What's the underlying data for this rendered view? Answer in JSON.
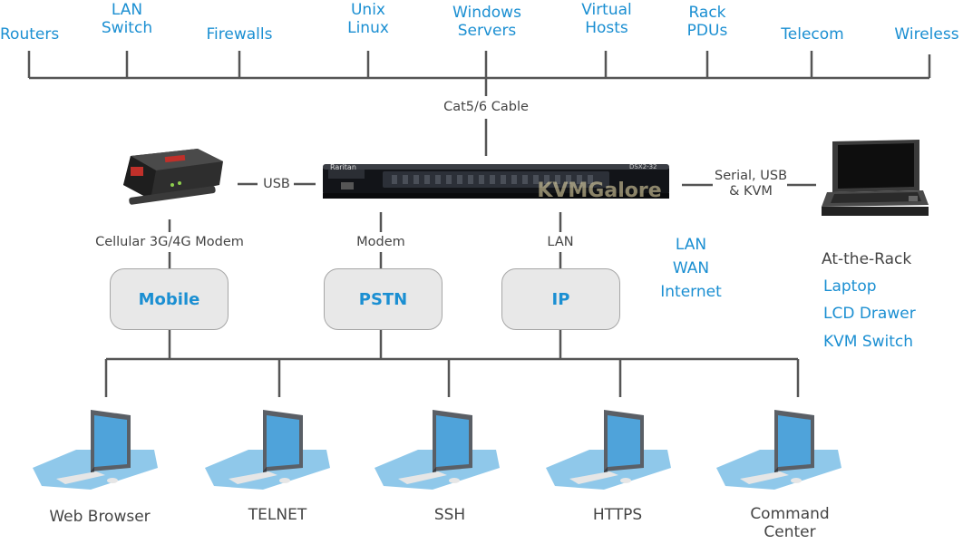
{
  "targets": [
    {
      "id": "routers",
      "label": "Routers"
    },
    {
      "id": "lan-switch",
      "label": "LAN\nSwitch"
    },
    {
      "id": "firewalls",
      "label": "Firewalls"
    },
    {
      "id": "unix-linux",
      "label": "Unix\nLinux"
    },
    {
      "id": "windows-servers",
      "label": "Windows\nServers"
    },
    {
      "id": "virtual-hosts",
      "label": "Virtual\nHosts"
    },
    {
      "id": "rack-pdus",
      "label": "Rack\nPDUs"
    },
    {
      "id": "telecom",
      "label": "Telecom"
    },
    {
      "id": "wireless",
      "label": "Wireless"
    }
  ],
  "cable_label": "Cat5/6 Cable",
  "device_brand": "Raritan",
  "device_model": "DSX2-32",
  "watermark": "KVMGalore",
  "usb_label": "USB",
  "serial_label": "Serial, USB\n& KVM",
  "modem_caption": "Cellular 3G/4G Modem",
  "link_labels": {
    "modem": "Modem",
    "lan": "LAN"
  },
  "network_types": "LAN\nWAN\nInternet",
  "nodes": [
    {
      "id": "mobile",
      "label": "Mobile"
    },
    {
      "id": "pstn",
      "label": "PSTN"
    },
    {
      "id": "ip",
      "label": "IP"
    }
  ],
  "rack": {
    "heading": "At-the-Rack",
    "items": [
      "Laptop",
      "LCD Drawer",
      "KVM Switch"
    ]
  },
  "clients": [
    {
      "id": "web-browser",
      "label": "Web Browser"
    },
    {
      "id": "telnet",
      "label": "TELNET"
    },
    {
      "id": "ssh",
      "label": "SSH"
    },
    {
      "id": "https",
      "label": "HTTPS"
    },
    {
      "id": "command-center",
      "label": "Command\nCenter"
    }
  ],
  "colors": {
    "accent": "#1b8fd2",
    "line": "#555555",
    "node_fill": "#e8e8e8",
    "screen": "#4fa3da",
    "pad": "#8fc8ea"
  }
}
